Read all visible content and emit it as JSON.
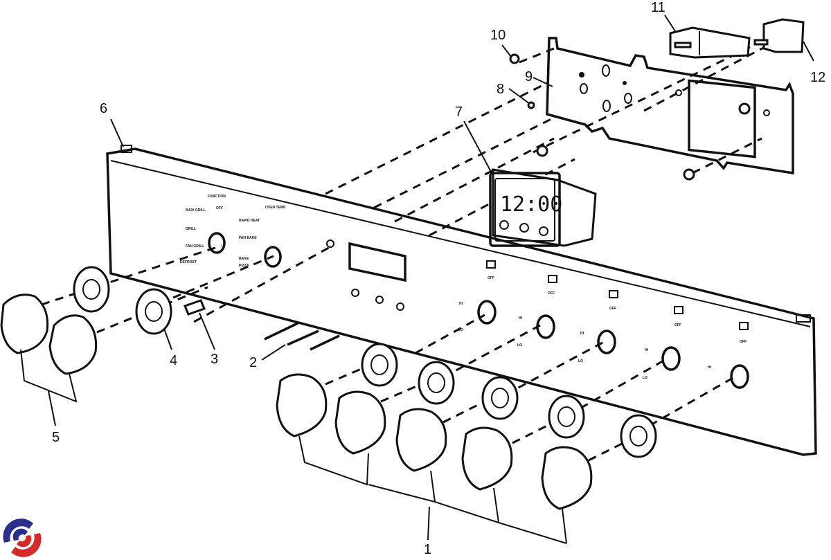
{
  "diagram": {
    "title": "Control panel exploded view",
    "clock_display": "12:00",
    "callouts": [
      {
        "id": "1",
        "label": "1"
      },
      {
        "id": "2",
        "label": "2"
      },
      {
        "id": "3",
        "label": "3"
      },
      {
        "id": "4",
        "label": "4"
      },
      {
        "id": "5",
        "label": "5"
      },
      {
        "id": "6",
        "label": "6"
      },
      {
        "id": "7",
        "label": "7"
      },
      {
        "id": "8",
        "label": "8"
      },
      {
        "id": "9",
        "label": "9"
      },
      {
        "id": "10",
        "label": "10"
      },
      {
        "id": "11",
        "label": "11"
      },
      {
        "id": "12",
        "label": "12"
      }
    ],
    "panel_text": {
      "function_heading": "FUNCTION",
      "off": "OFF",
      "oven_temp_heading": "OVEN TEMP",
      "maxi_grill": "MAXI GRILL",
      "grill": "GRILL",
      "fan_grill": "FAN GRILL",
      "defrost": "DEFROST",
      "rapid_heat": "RAPID HEAT",
      "fan_bake": "FAN BAKE",
      "bake": "BAKE",
      "pizza": "PIZZA",
      "hi": "HI",
      "lo": "LO",
      "burner_off": "OFF"
    },
    "logo_colors": {
      "blue": "#2a2e8c",
      "red": "#d42a2a"
    }
  }
}
